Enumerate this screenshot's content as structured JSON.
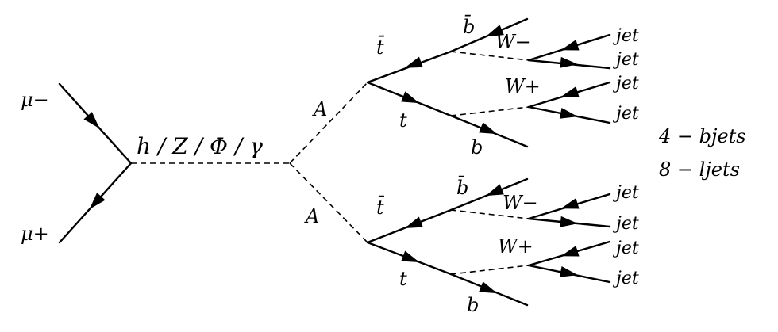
{
  "labels": {
    "mu_minus": "μ−",
    "mu_plus": "μ+",
    "propagator": "h / Z / Φ / γ",
    "a_top": "A",
    "a_bottom": "A",
    "tbar_top": "t̄",
    "t_top": "t",
    "bbar_top": "b̄",
    "b_top": "b",
    "w_minus_top": "W−",
    "w_plus_top": "W+",
    "tbar_bottom": "t̄",
    "t_bottom": "t",
    "bbar_bottom": "b̄",
    "b_bottom": "b",
    "w_minus_bottom": "W−",
    "w_plus_bottom": "W+",
    "jet": "jet",
    "bjets": "4 − bjets",
    "ljets": "8 − ljets"
  }
}
